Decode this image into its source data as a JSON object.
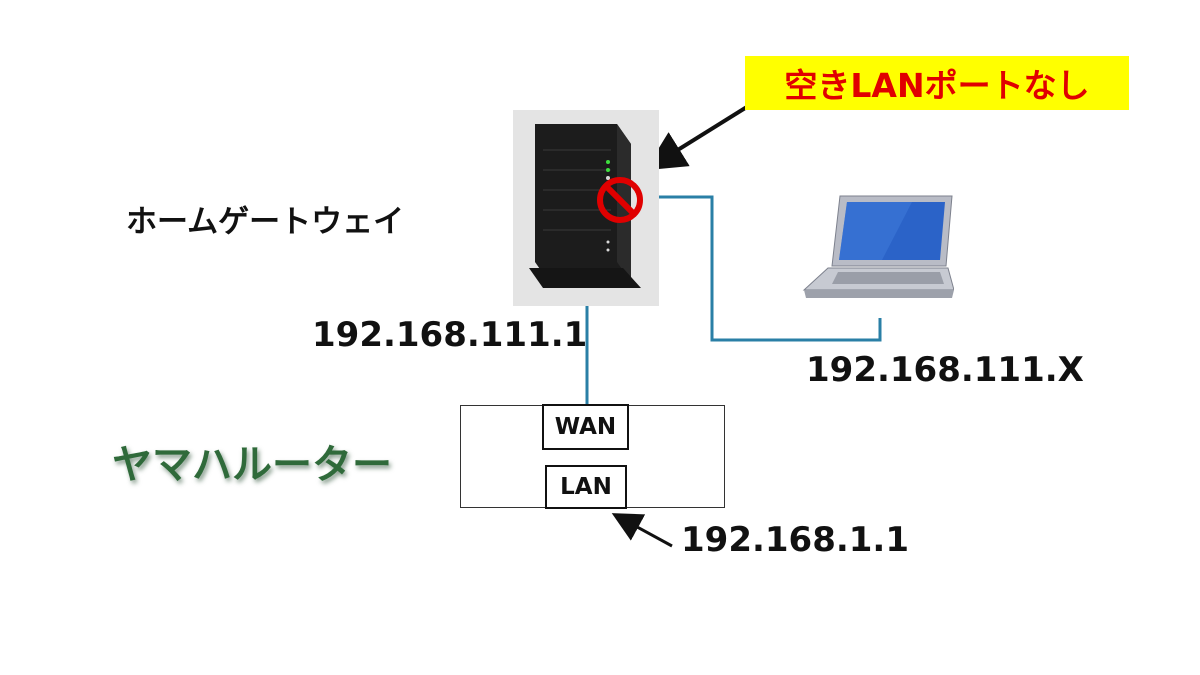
{
  "callout": {
    "text": "空きLANポートなし",
    "bg_color": "#ffff00",
    "text_color": "#e00000"
  },
  "home_gateway": {
    "label": "ホームゲートウェイ",
    "ip": "192.168.111.1"
  },
  "pc": {
    "ip": "192.168.111.X"
  },
  "router": {
    "name": "ヤマハルーター",
    "name_color": "#2f6a3a",
    "wan_label": "WAN",
    "lan_label": "LAN",
    "lan_ip": "192.168.1.1"
  },
  "icons": [
    "home-gateway-device",
    "no-entry-icon",
    "laptop-icon",
    "arrow-icon"
  ],
  "cable_color": "#2a7fa6"
}
